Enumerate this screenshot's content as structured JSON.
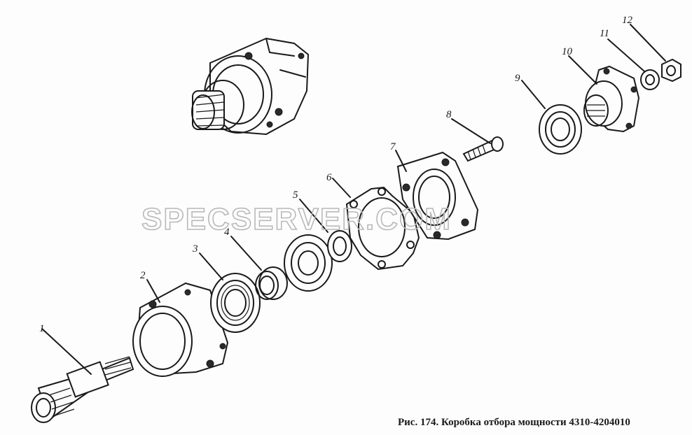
{
  "caption": "Рис. 174. Коробка отбора мощности 4310-4204010",
  "watermark": "SPECSERVER.COM",
  "callouts": [
    "1",
    "2",
    "3",
    "4",
    "5",
    "6",
    "7",
    "8",
    "9",
    "10",
    "11",
    "12"
  ]
}
